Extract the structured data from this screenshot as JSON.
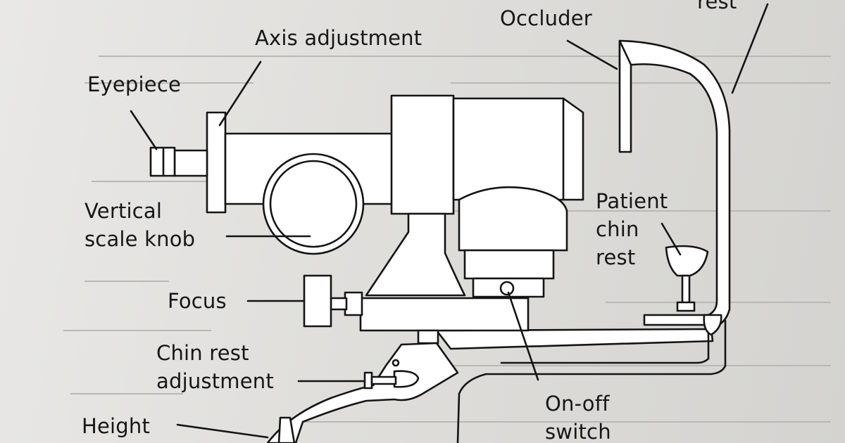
{
  "labels": {
    "rest_partial": "rest",
    "occluder": "Occluder",
    "axis_adjustment": "Axis adjustment",
    "eyepiece": "Eyepiece",
    "vertical_scale_knob": "Vertical\nscale knob",
    "patient_chin_rest": "Patient\nchin\nrest",
    "focus": "Focus",
    "chin_rest_adjustment": "Chin rest\nadjustment",
    "on_off_switch": "On-off\nswitch",
    "height": "Height"
  },
  "colors": {
    "paper": "#e6e5e2",
    "ink": "#141414",
    "part_fill": "#ffffff"
  }
}
